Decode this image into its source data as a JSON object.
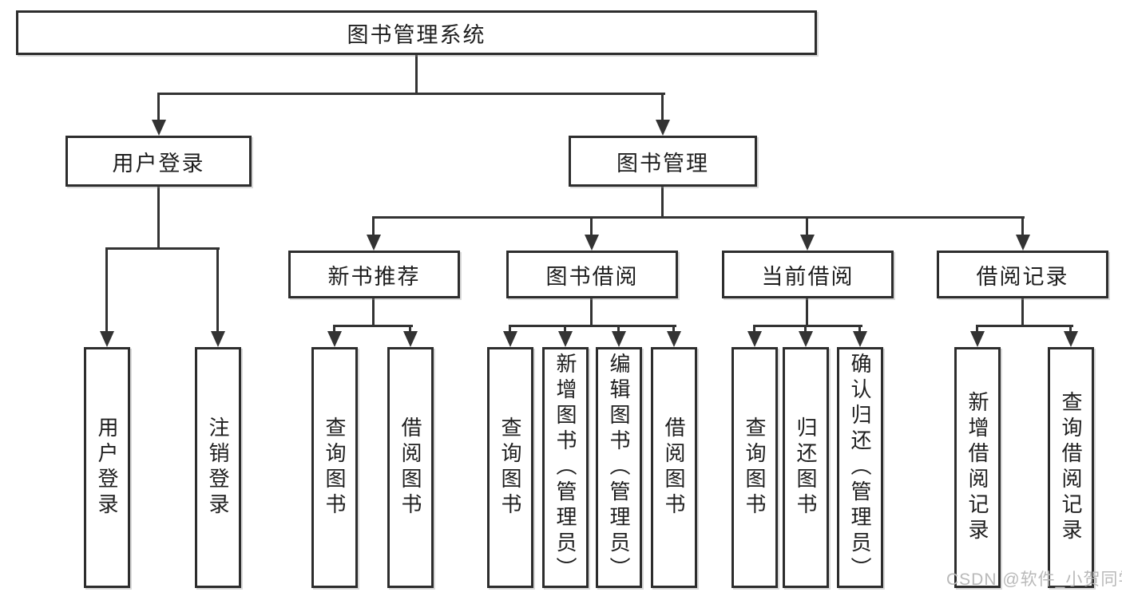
{
  "diagram": {
    "root": {
      "label": "图书管理系统"
    },
    "user_login": {
      "label": "用户登录",
      "children": [
        {
          "label": "用户登录"
        },
        {
          "label": "注销登录"
        }
      ]
    },
    "book_management": {
      "label": "图书管理",
      "sections": [
        {
          "label": "新书推荐",
          "children": [
            {
              "label": "查询图书"
            },
            {
              "label": "借阅图书"
            }
          ]
        },
        {
          "label": "图书借阅",
          "children": [
            {
              "label": "查询图书"
            },
            {
              "label": "新增图书（管理员）"
            },
            {
              "label": "编辑图书（管理员）"
            },
            {
              "label": "借阅图书"
            }
          ]
        },
        {
          "label": "当前借阅",
          "children": [
            {
              "label": "查询图书"
            },
            {
              "label": "归还图书"
            },
            {
              "label": "确认归还（管理员）"
            }
          ]
        },
        {
          "label": "借阅记录",
          "children": [
            {
              "label": "新增借阅记录"
            },
            {
              "label": "查询借阅记录"
            }
          ]
        }
      ]
    },
    "watermark": "CSDN @软件_小贺同学"
  }
}
